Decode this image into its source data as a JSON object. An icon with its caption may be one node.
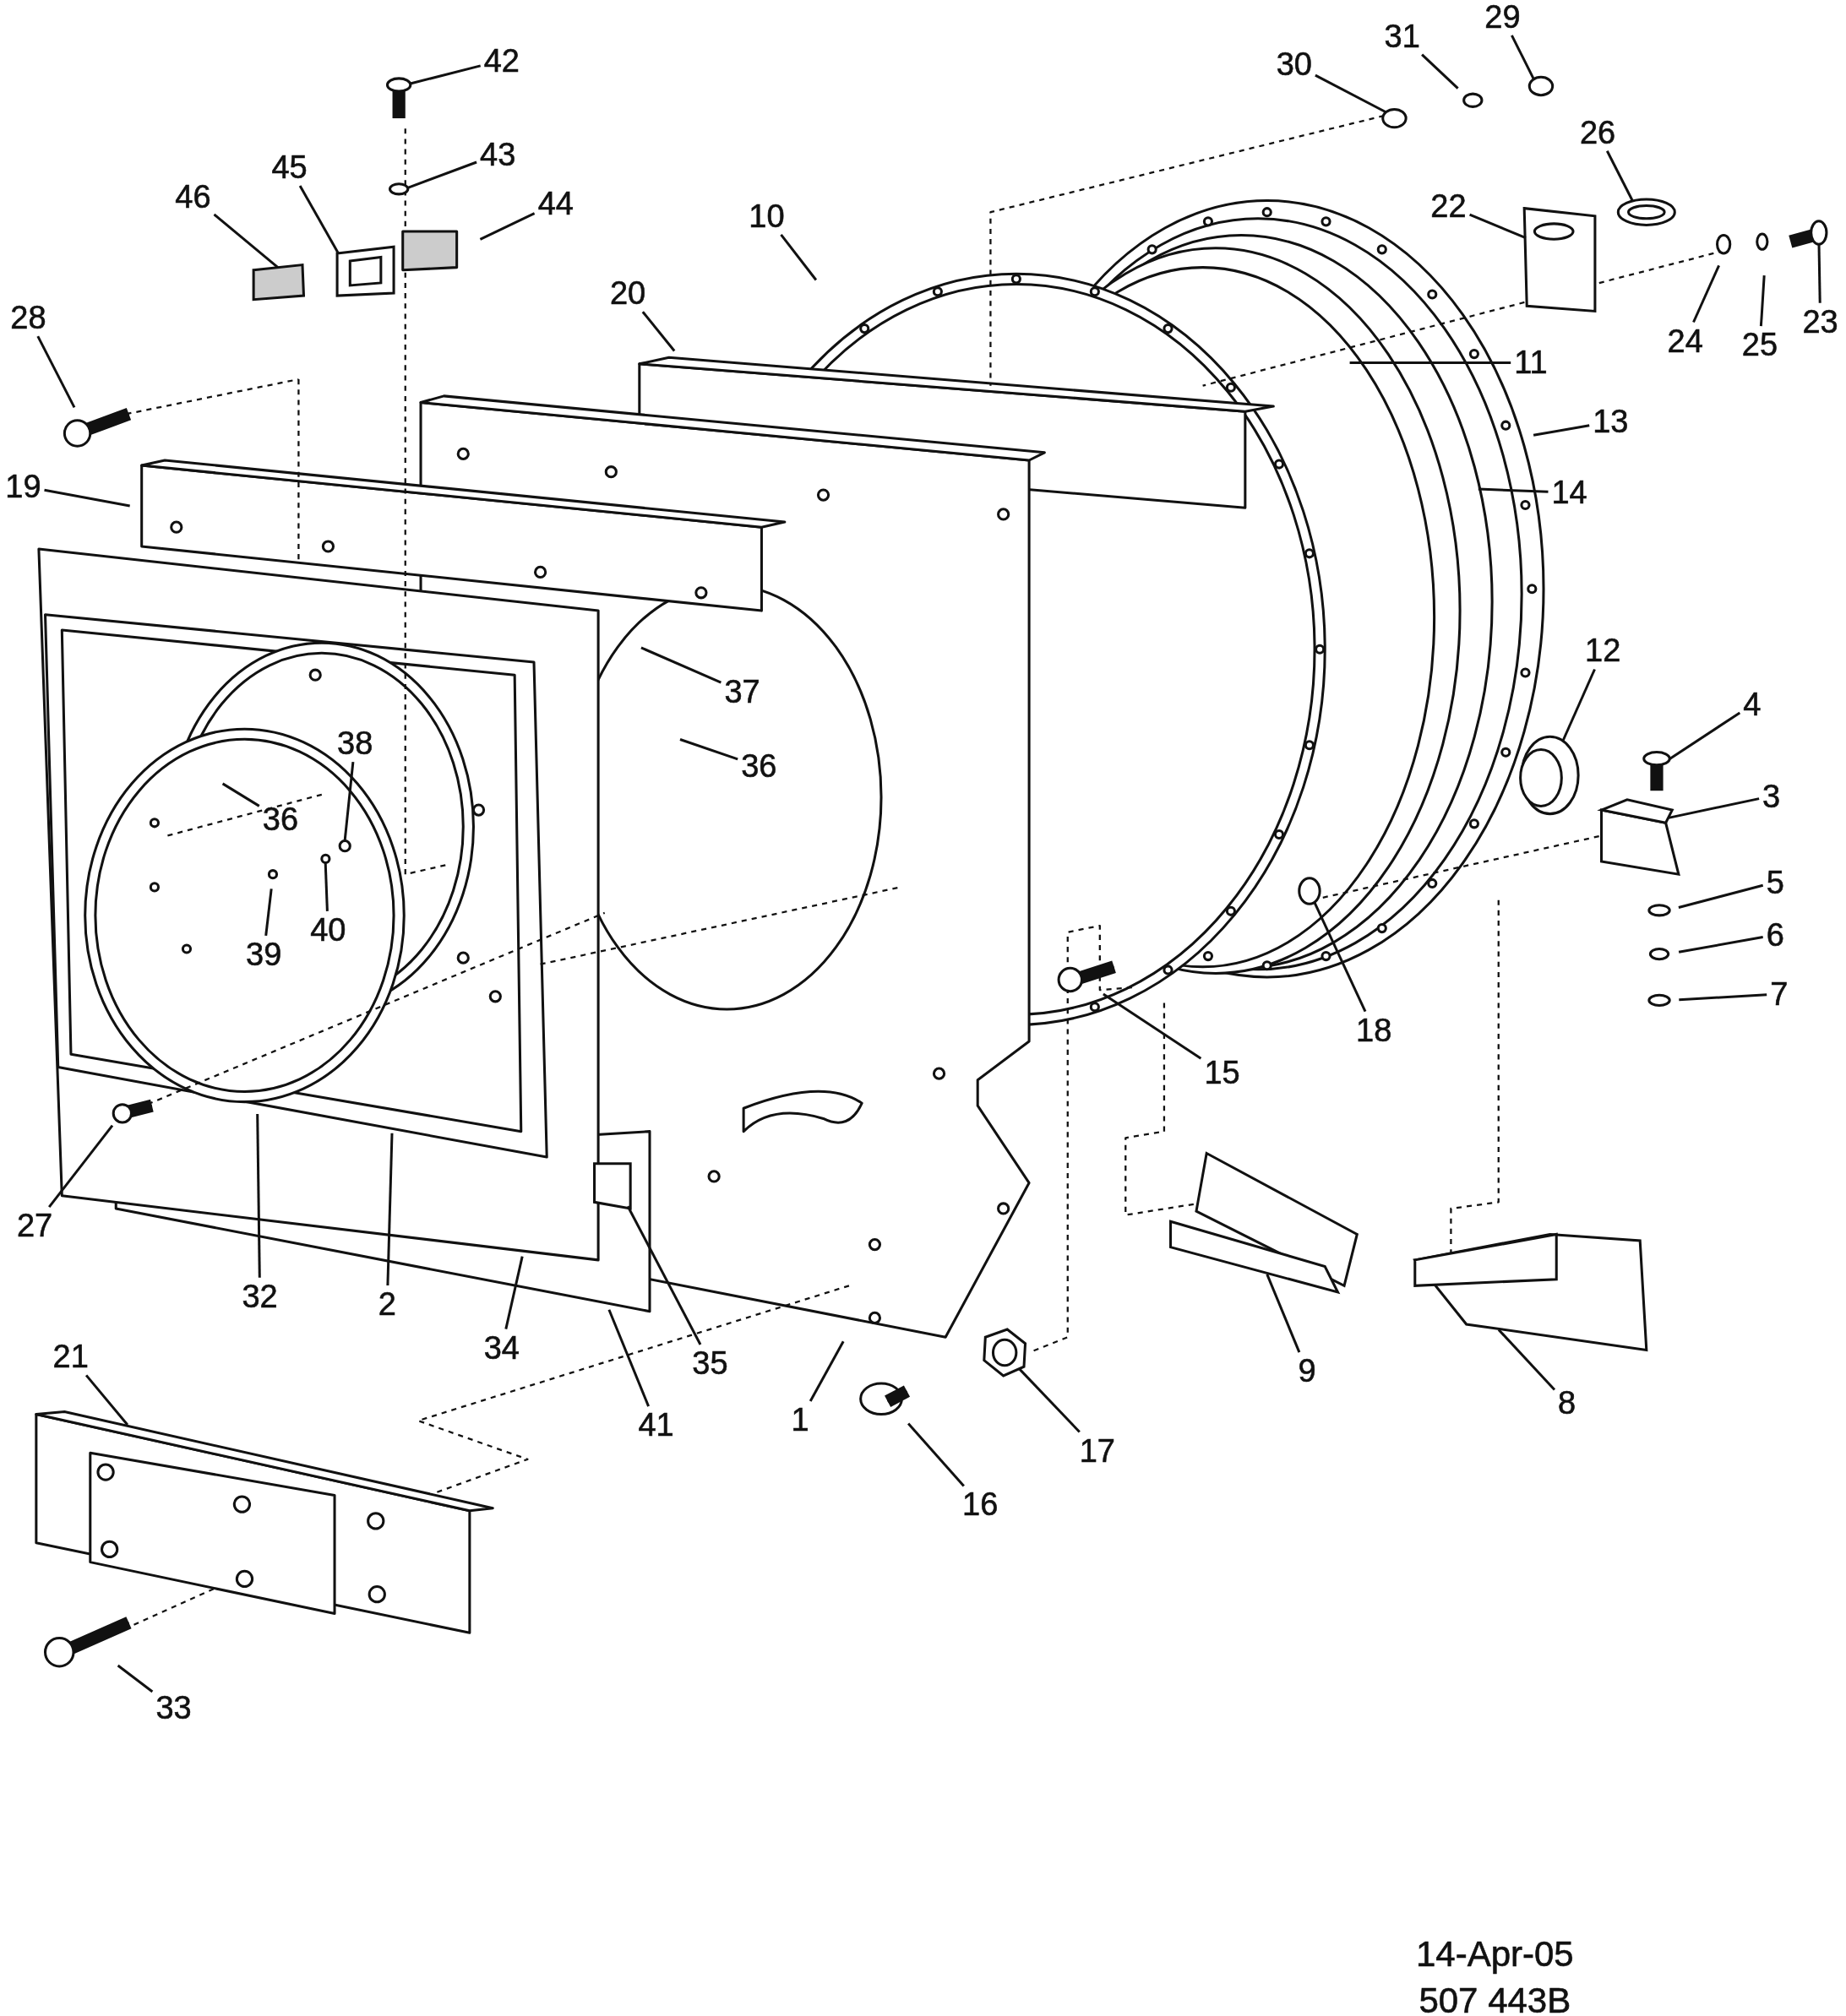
{
  "diagram": {
    "nodes": [
      {
        "text": [
          "42"
        ]
      },
      {
        "text": [
          "43"
        ]
      },
      {
        "text": [
          "46"
        ]
      },
      {
        "text": [
          "45"
        ]
      },
      {
        "text": [
          "44"
        ]
      },
      {
        "text": [
          "28"
        ]
      },
      {
        "text": [
          "19"
        ]
      },
      {
        "text": [
          "10"
        ]
      },
      {
        "text": [
          "20"
        ]
      },
      {
        "text": [
          "30"
        ]
      },
      {
        "text": [
          "31"
        ]
      },
      {
        "text": [
          "29"
        ]
      },
      {
        "text": [
          "26"
        ]
      },
      {
        "text": [
          "22"
        ]
      },
      {
        "text": [
          "24"
        ]
      },
      {
        "text": [
          "25"
        ]
      },
      {
        "text": [
          "23"
        ]
      },
      {
        "text": [
          "11"
        ]
      },
      {
        "text": [
          "13"
        ]
      },
      {
        "text": [
          "14"
        ]
      },
      {
        "text": [
          "37"
        ]
      },
      {
        "text": [
          "36"
        ]
      },
      {
        "text": [
          "36"
        ]
      },
      {
        "text": [
          "38"
        ]
      },
      {
        "text": [
          "39"
        ]
      },
      {
        "text": [
          "40"
        ]
      },
      {
        "text": [
          "12"
        ]
      },
      {
        "text": [
          "4"
        ]
      },
      {
        "text": [
          "3"
        ]
      },
      {
        "text": [
          "5"
        ]
      },
      {
        "text": [
          "6"
        ]
      },
      {
        "text": [
          "7"
        ]
      },
      {
        "text": [
          "15"
        ]
      },
      {
        "text": [
          "18"
        ]
      },
      {
        "text": [
          "27"
        ]
      },
      {
        "text": [
          "32"
        ]
      },
      {
        "text": [
          "2"
        ]
      },
      {
        "text": [
          "34"
        ]
      },
      {
        "text": [
          "35"
        ]
      },
      {
        "text": [
          "41"
        ]
      },
      {
        "text": [
          "1"
        ]
      },
      {
        "text": [
          "9"
        ]
      },
      {
        "text": [
          "8"
        ]
      },
      {
        "text": [
          "21"
        ]
      },
      {
        "text": [
          "17"
        ]
      },
      {
        "text": [
          "16"
        ]
      },
      {
        "text": [
          "33"
        ]
      },
      {
        "text": [],
        "shape": "picture"
      },
      {
        "text": [],
        "shape": "circle"
      },
      {
        "text": [],
        "shape": "box"
      },
      {
        "text": [],
        "shape": "circle"
      },
      {
        "text": [],
        "shape": "circle"
      },
      {
        "text": [],
        "shape": "picture"
      },
      {
        "text": [],
        "shape": "circle"
      },
      {
        "text": [],
        "shape": "circle"
      },
      {
        "text": [],
        "shape": "picture"
      },
      {
        "text": [],
        "shape": "circle"
      },
      {
        "text": [],
        "shape": "picture"
      },
      {
        "text": [],
        "shape": "box"
      },
      {
        "text": [],
        "shape": "circle"
      },
      {
        "text": [],
        "shape": "picture"
      },
      {
        "text": [],
        "shape": "box"
      },
      {
        "text": [],
        "shape": "box"
      },
      {
        "text": [],
        "shape": "picture"
      },
      {
        "text": [],
        "shape": "picture"
      },
      {
        "text": [],
        "shape": "picture"
      }
    ],
    "edges": [
      {
        "from": 0,
        "to": 47,
        "arrow": "none"
      },
      {
        "from": 1,
        "to": 48,
        "arrow": "none"
      },
      {
        "from": 2,
        "to": 49,
        "arrow": "none"
      },
      {
        "from": 3,
        "to": 58,
        "arrow": "none"
      },
      {
        "from": 4,
        "to": null,
        "arrow": "none"
      },
      {
        "from": 5,
        "to": null,
        "arrow": "none"
      },
      {
        "from": 6,
        "to": null,
        "arrow": "none"
      },
      {
        "from": 7,
        "to": null,
        "arrow": "none"
      },
      {
        "from": 8,
        "to": null,
        "arrow": "none"
      },
      {
        "from": 9,
        "to": 50,
        "arrow": "none"
      },
      {
        "from": 10,
        "to": null,
        "arrow": "none"
      },
      {
        "from": 11,
        "to": 51,
        "arrow": "none"
      },
      {
        "from": 12,
        "to": 59,
        "arrow": "none"
      },
      {
        "from": 13,
        "to": 62,
        "arrow": "none"
      },
      {
        "from": 14,
        "to": null,
        "arrow": "none"
      },
      {
        "from": 15,
        "to": null,
        "arrow": "none"
      },
      {
        "from": 16,
        "to": 52,
        "arrow": "none"
      },
      {
        "from": 17,
        "to": null,
        "arrow": "none"
      },
      {
        "from": 18,
        "to": null,
        "arrow": "none"
      },
      {
        "from": 19,
        "to": null,
        "arrow": "none"
      },
      {
        "from": 20,
        "to": null,
        "arrow": "none"
      },
      {
        "from": 21,
        "to": null,
        "arrow": "none"
      },
      {
        "from": 22,
        "to": null,
        "arrow": "none"
      },
      {
        "from": 23,
        "to": 53,
        "arrow": "none"
      },
      {
        "from": 24,
        "to": null,
        "arrow": "none"
      },
      {
        "from": 25,
        "to": 54,
        "arrow": "none"
      },
      {
        "from": 26,
        "to": 63,
        "arrow": "none"
      },
      {
        "from": 27,
        "to": 55,
        "arrow": "none"
      },
      {
        "from": 28,
        "to": 60,
        "arrow": "none"
      },
      {
        "from": 29,
        "to": null,
        "arrow": "none"
      },
      {
        "from": 30,
        "to": null,
        "arrow": "none"
      },
      {
        "from": 31,
        "to": null,
        "arrow": "none"
      },
      {
        "from": 32,
        "to": null,
        "arrow": "none"
      },
      {
        "from": 33,
        "to": 56,
        "arrow": "none"
      },
      {
        "from": 34,
        "to": null,
        "arrow": "none"
      },
      {
        "from": 35,
        "to": null,
        "arrow": "none"
      },
      {
        "from": 36,
        "to": null,
        "arrow": "none"
      },
      {
        "from": 37,
        "to": null,
        "arrow": "none"
      },
      {
        "from": 38,
        "to": 61,
        "arrow": "none"
      },
      {
        "from": 39,
        "to": null,
        "arrow": "none"
      },
      {
        "from": 40,
        "to": null,
        "arrow": "none"
      },
      {
        "from": 41,
        "to": 65,
        "arrow": "none"
      },
      {
        "from": 42,
        "to": 64,
        "arrow": "none"
      },
      {
        "from": 43,
        "to": null,
        "arrow": "none"
      },
      {
        "from": 44,
        "to": 57,
        "arrow": "none"
      },
      {
        "from": 45,
        "to": null,
        "arrow": "none"
      },
      {
        "from": 46,
        "to": null,
        "arrow": "none"
      }
    ],
    "labels": [
      "14-Apr-05",
      "507 443B"
    ]
  }
}
